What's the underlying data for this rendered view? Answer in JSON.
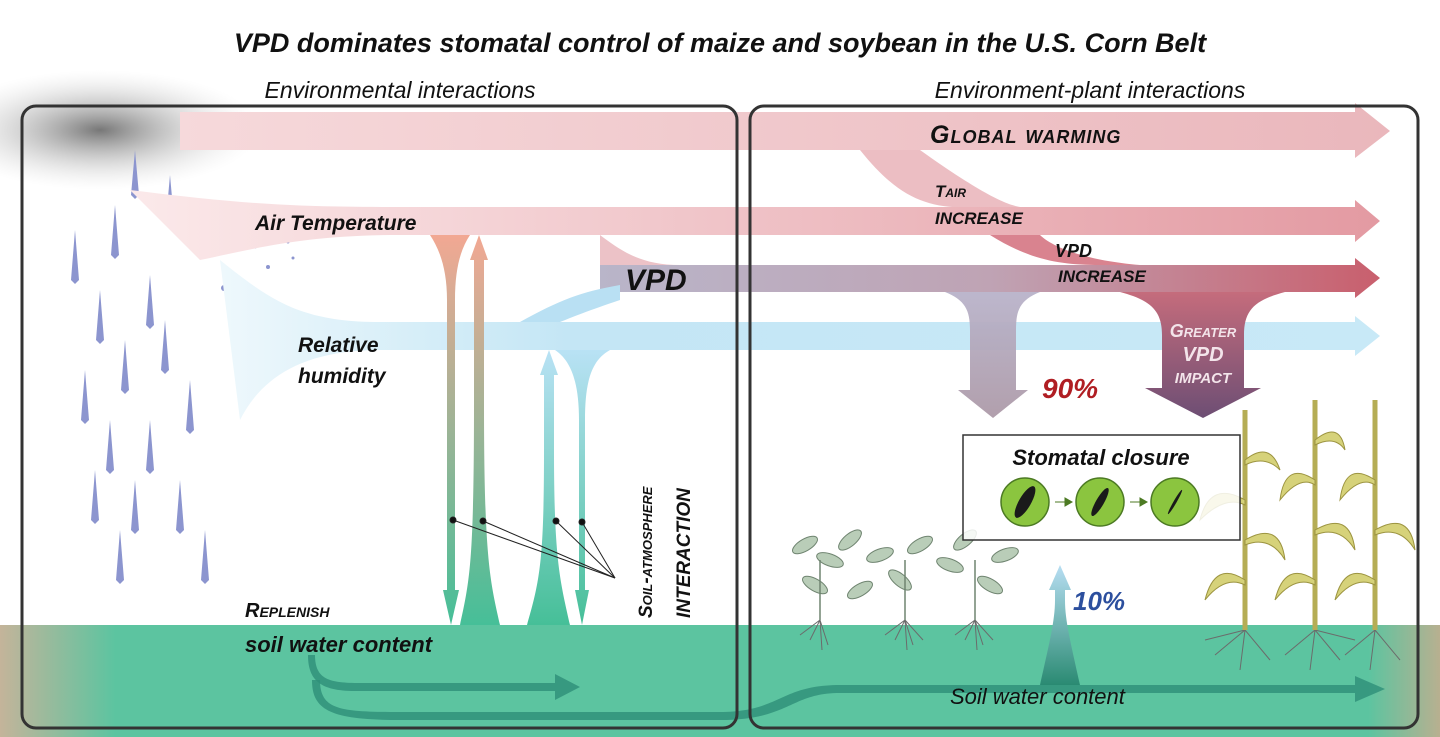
{
  "title": "VPD dominates stomatal control of maize and soybean in the U.S. Corn Belt",
  "sections": {
    "left": "Environmental interactions",
    "right": "Environment-plant interactions"
  },
  "labels": {
    "global_warming": "Global warming",
    "tair_line1": "Tair",
    "tair_line2": "increase",
    "vpd_inc_line1": "VPD",
    "vpd_inc_line2": "increase",
    "air_temperature": "Air Temperature",
    "vpd": "VPD",
    "rh_line1": "Relative",
    "rh_line2": "humidity",
    "greater_line1": "Greater",
    "greater_line2": "VPD",
    "greater_line3": "impact",
    "pct_90": "90%",
    "pct_10": "10%",
    "stomatal_closure": "Stomatal closure",
    "soil_atm_line1": "Soil-atmosphere",
    "soil_atm_line2": "interaction",
    "replenish_line1": "Replenish",
    "replenish_line2": "soil water content",
    "soil_water_content": "Soil water content"
  },
  "colors": {
    "warming": "#eec3c6",
    "vpd_red": "#c8606c",
    "humidity": "#c4e6f5",
    "soil": "#5cc4a0",
    "pct90": "#b01e23",
    "pct10": "#2c4f9e"
  }
}
